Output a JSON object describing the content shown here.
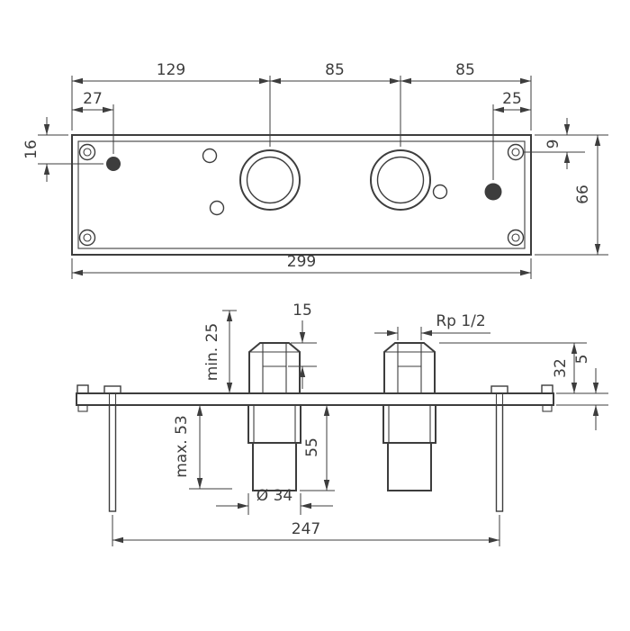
{
  "drawing": {
    "background": "#ffffff",
    "line_color": "#3d3d3d",
    "views": {
      "top": {
        "title": "mounting-plate-front-view",
        "dims": {
          "left_to_port1": "129",
          "port1_to_port2": "85",
          "port2_to_right": "85",
          "left_to_fixing_hole": "27",
          "right_to_fixing_hole": "25",
          "top_to_fixing_hole": "16",
          "top_to_corner_hole": "9",
          "plate_height": "66",
          "plate_width": "299"
        }
      },
      "side": {
        "title": "side-section-view",
        "dims": {
          "min_depth": "min. 25",
          "thread_depth": "15",
          "thread_size": "Rp 1/2",
          "connector_height": "32",
          "rail_thickness": "5",
          "body_depth": "55",
          "max_clamp": "max. 53",
          "body_diameter": "Ø 34",
          "screw_spacing": "247"
        }
      }
    }
  }
}
